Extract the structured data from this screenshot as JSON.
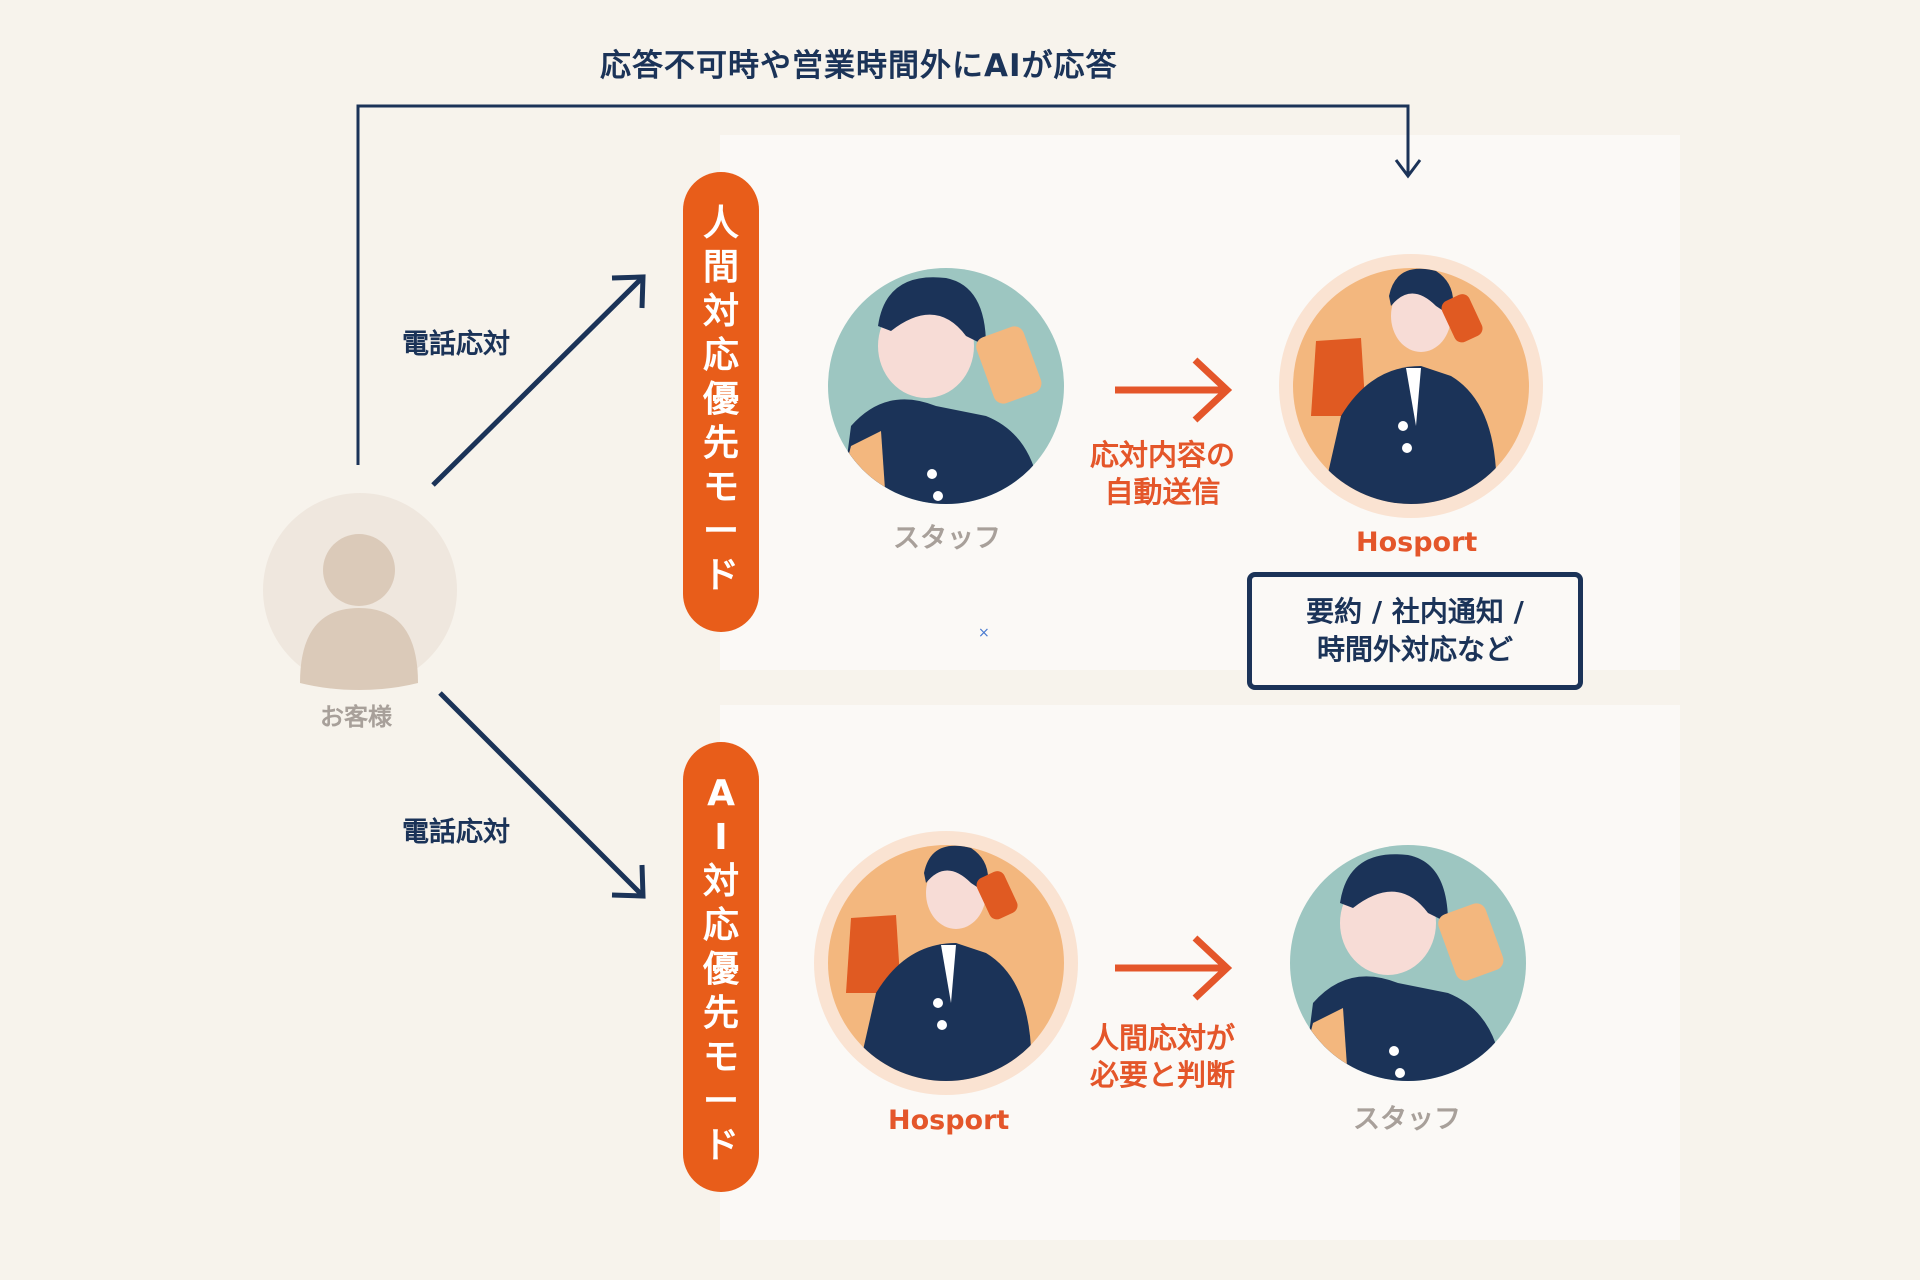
{
  "top_caption": "応答不可時や営業時間外にAIが応答",
  "call_label": "電話応対",
  "customer": {
    "label": "お客様",
    "icon": "person-icon"
  },
  "human_mode": {
    "pill_chars": [
      "人",
      "間",
      "対",
      "応",
      "優",
      "先",
      "モ",
      "ー",
      "ド"
    ],
    "left_person": "スタッフ",
    "right_person": "Hosport",
    "action_lines": [
      "応対内容の",
      "自動送信"
    ],
    "summary_lines": [
      "要約 / 社内通知 /",
      "時間外対応など"
    ]
  },
  "ai_mode": {
    "pill_chars": [
      "A",
      "I",
      "対",
      "応",
      "優",
      "先",
      "モ",
      "ー",
      "ド"
    ],
    "left_person": "Hosport",
    "right_person": "スタッフ",
    "action_lines": [
      "人間応対が",
      "必要と判断"
    ]
  },
  "stray_mark": "×",
  "colors": {
    "navy": "#1b3358",
    "accent_orange": "#e85d1a",
    "label_orange": "#e4562a",
    "teal_bg": "#9dc6c1",
    "peach_bg": "#f3b77e",
    "gray_text": "#a8a09a"
  }
}
